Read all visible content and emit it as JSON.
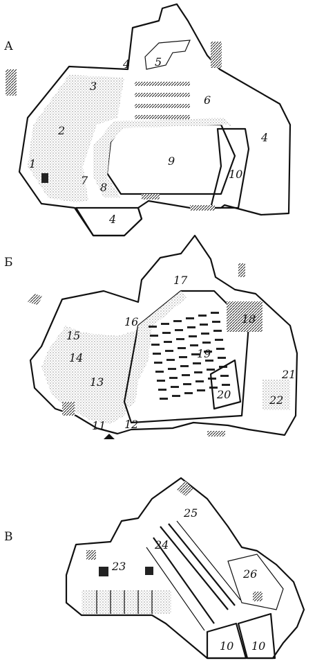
{
  "plans": [
    {
      "letter": "А",
      "rooms": [
        "1",
        "2",
        "3",
        "4",
        "4",
        "4",
        "5",
        "6",
        "7",
        "8",
        "9",
        "10"
      ]
    },
    {
      "letter": "Б",
      "rooms": [
        "11",
        "12",
        "13",
        "14",
        "15",
        "16",
        "17",
        "18",
        "19",
        "20",
        "21",
        "22"
      ]
    },
    {
      "letter": "В",
      "rooms": [
        "23",
        "24",
        "25",
        "26",
        "10",
        "10"
      ]
    }
  ]
}
